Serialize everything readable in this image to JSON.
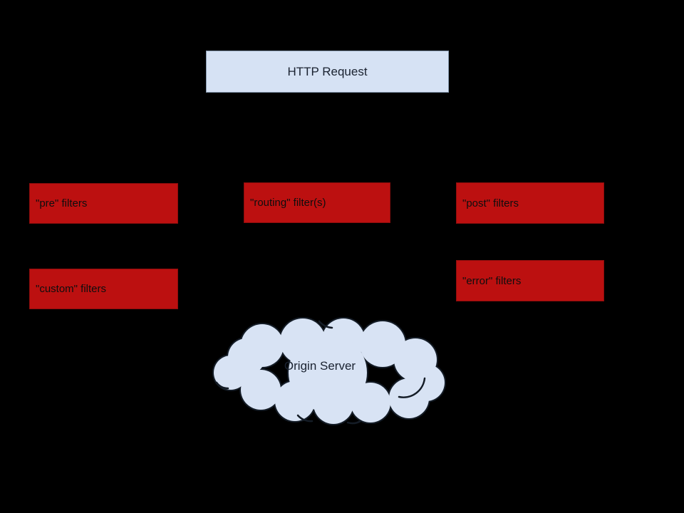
{
  "diagram": {
    "background_color": "#000000",
    "http_request": {
      "label": "HTTP Request",
      "fill": "#d6e2f4",
      "border": "#8a9db3",
      "text_color": "#1a2230"
    },
    "filter_style": {
      "fill": "#bc1010",
      "border": "#8e0d0d",
      "text_color": "#0e0e0e"
    },
    "filters": {
      "pre": {
        "label": "\"pre\" filters"
      },
      "routing": {
        "label": "\"routing\" filter(s)"
      },
      "post": {
        "label": "\"post\" filters"
      },
      "custom": {
        "label": "\"custom\" filters"
      },
      "error": {
        "label": "\"error\" filters"
      }
    },
    "origin_server": {
      "label": "Origin Server",
      "fill": "#d8e3f4",
      "stroke": "#141c26",
      "text_color": "#1a2230"
    }
  }
}
